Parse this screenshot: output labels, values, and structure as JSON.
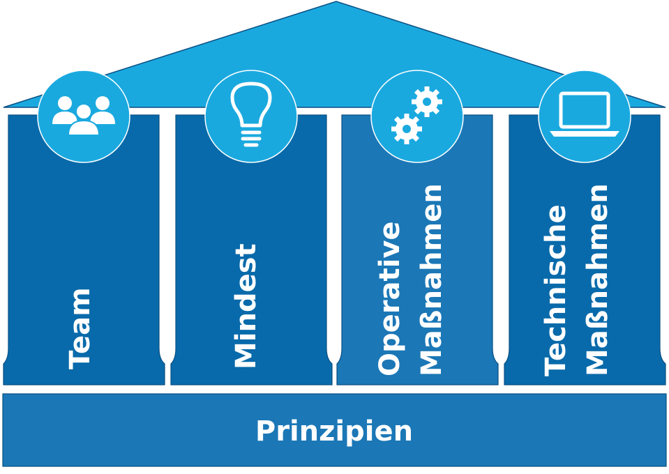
{
  "diagram": {
    "title": "",
    "colors": {
      "roof": "#1aa9df",
      "pillar": "#086aaa",
      "pillar_alt": "#1b77b6",
      "base": "#1b77b6",
      "circle": "#1aa9df",
      "stroke": "#0a4f82",
      "text": "#ffffff"
    },
    "pillars": [
      {
        "label": "Team",
        "icon": "team-icon"
      },
      {
        "label": "Mindest",
        "icon": "lightbulb-icon"
      },
      {
        "label_line1": "Operative",
        "label_line2": "Maßnahmen",
        "icon": "gears-icon"
      },
      {
        "label_line1": "Technische",
        "label_line2": "Maßnahmen",
        "icon": "laptop-icon"
      }
    ],
    "base": {
      "label": "Prinzipien"
    }
  }
}
